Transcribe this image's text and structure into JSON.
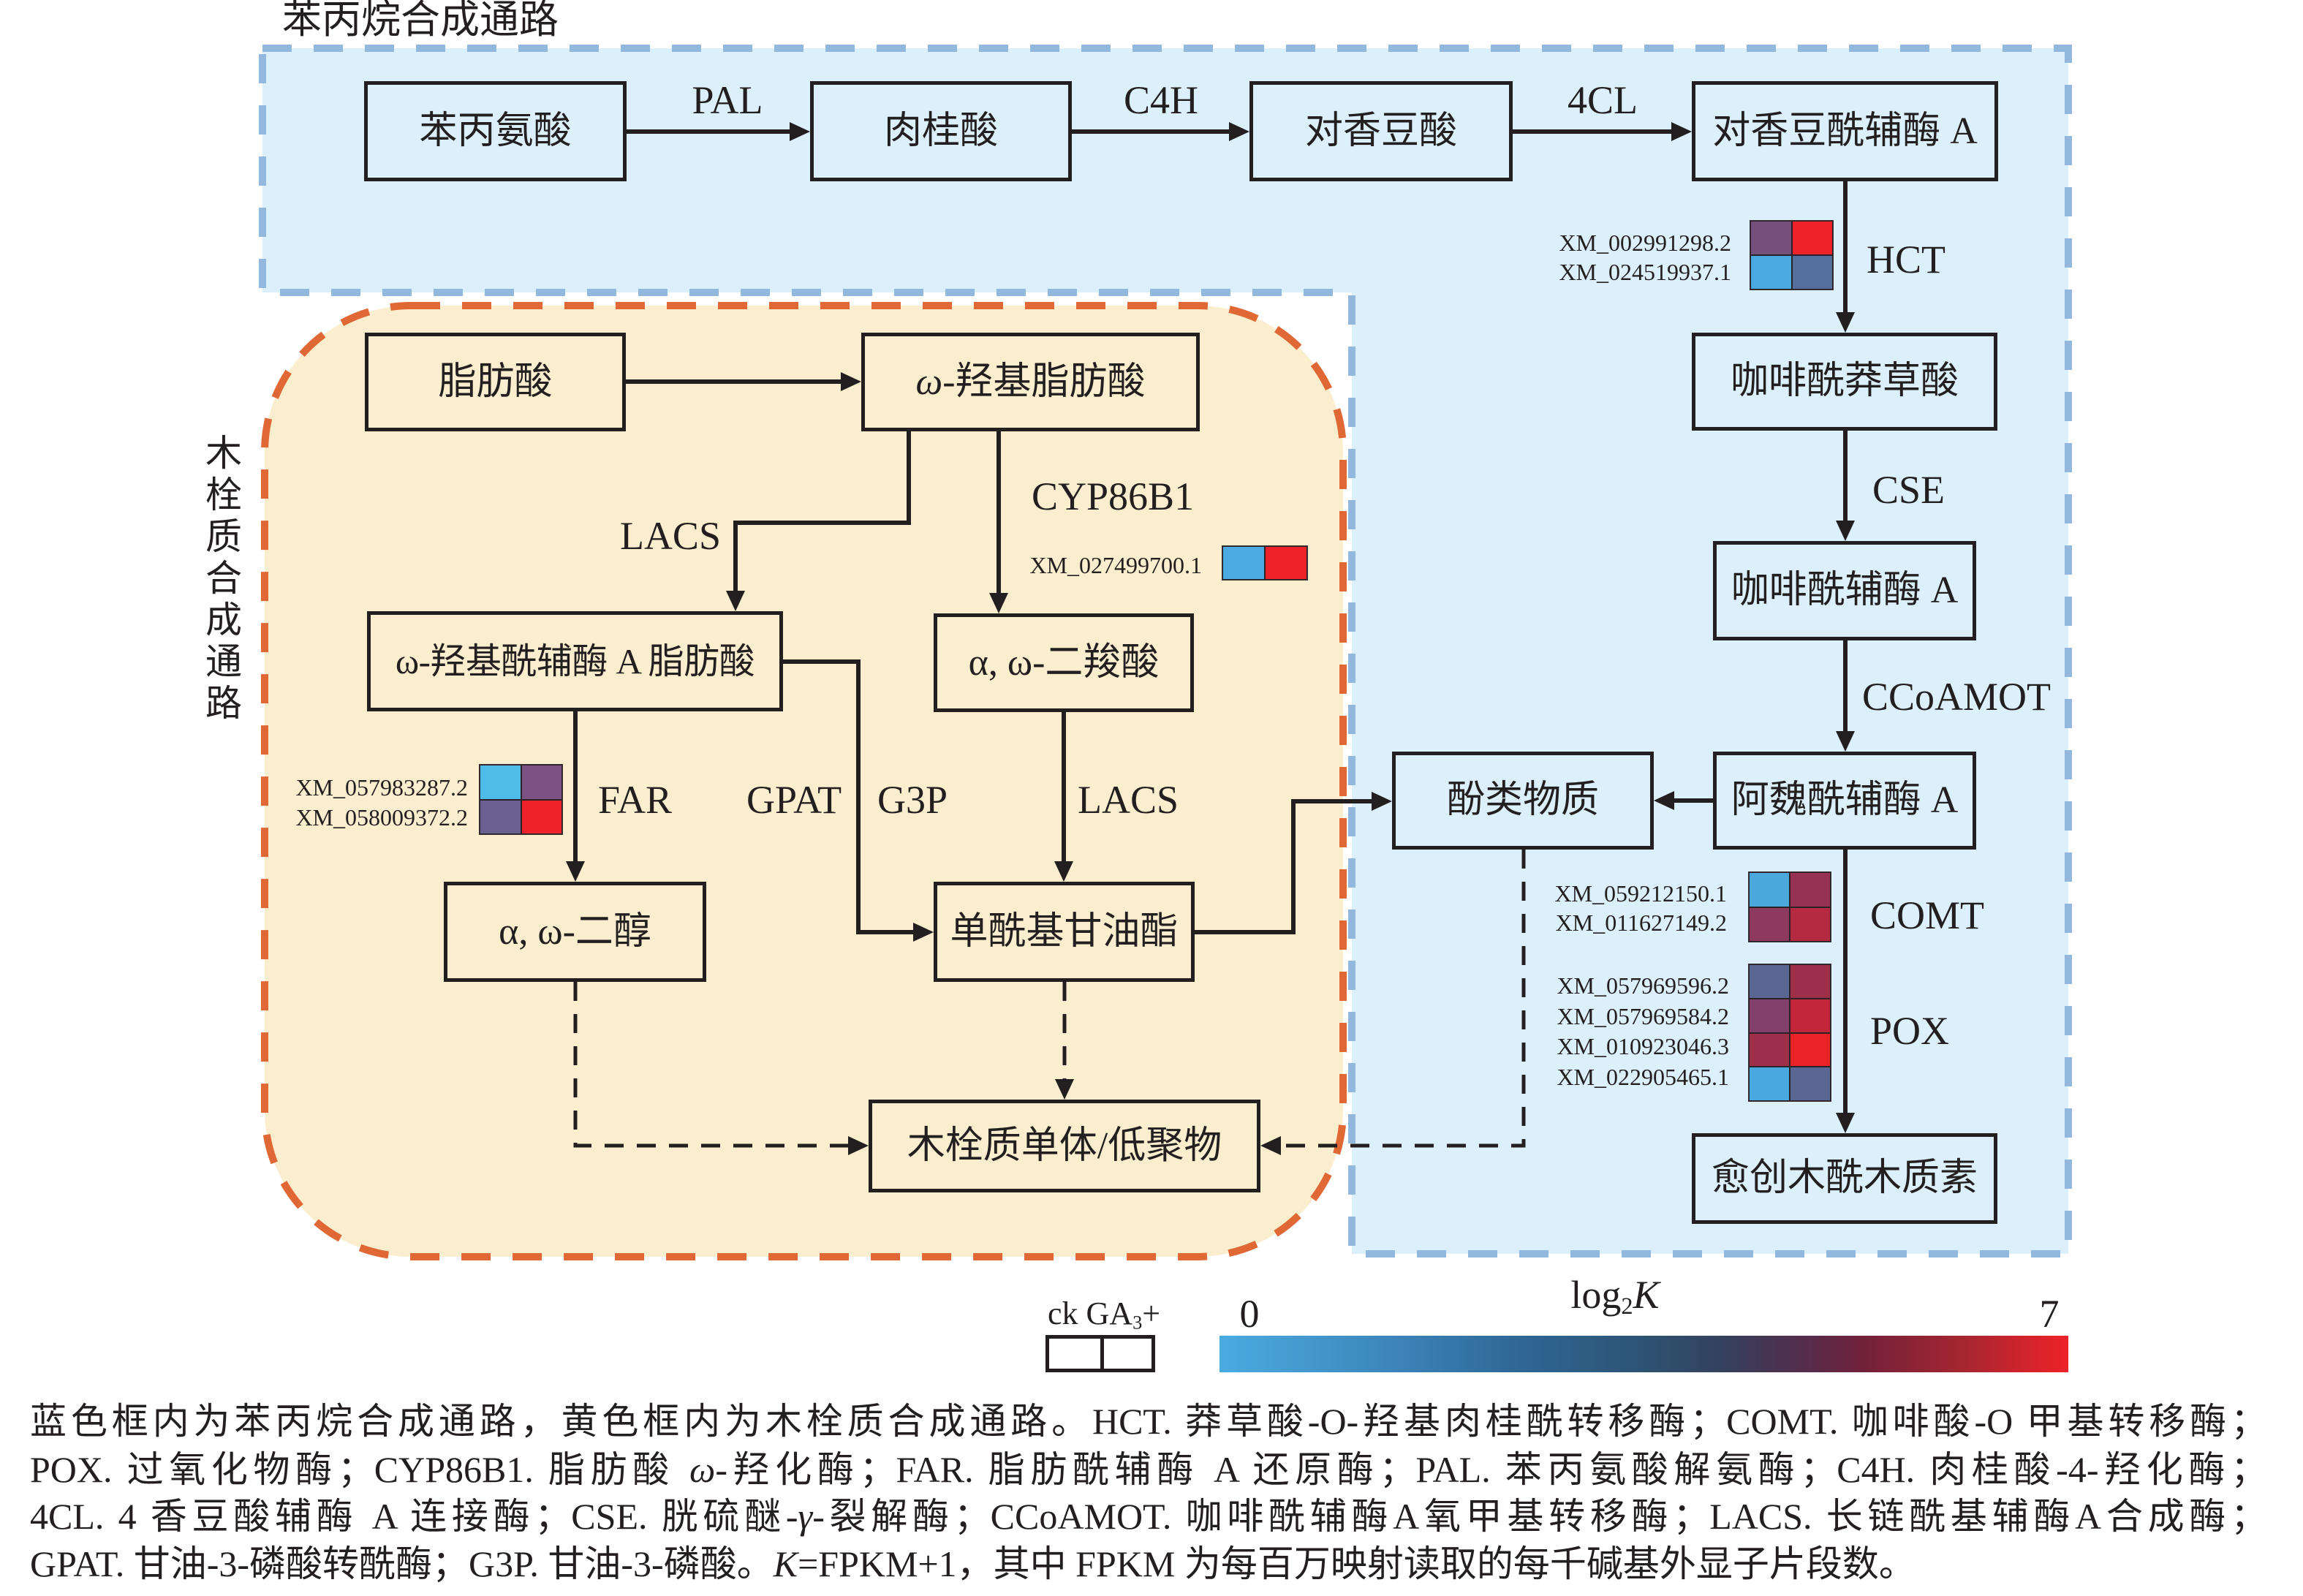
{
  "phenylpropanoid_title": "苯丙烷合成通路",
  "suberin_title": "木栓质合成通路",
  "region_colors": {
    "phenylpropanoid_fill": "#dcf0fb",
    "phenylpropanoid_border": "#93b8dd",
    "suberin_fill": "#fbeecf",
    "suberin_border": "#e06835"
  },
  "nodes": {
    "phenylalanine": "苯丙氨酸",
    "cinnamic_acid": "肉桂酸",
    "p_coumaric_acid": "对香豆酸",
    "p_coumaroyl_coa": "对香豆酰辅酶 A",
    "caffeoyl_shikimic_acid": "咖啡酰莽草酸",
    "caffeoyl_coa": "咖啡酰辅酶 A",
    "feruloyl_coa": "阿魏酰辅酶 A",
    "phenolics": "酚类物质",
    "guaiacyl_lignin": "愈创木酰木质素",
    "fatty_acid": "脂肪酸",
    "omega_hydroxy_fatty_acid": {
      "italic": "ω",
      "rest": "-羟基脂肪酸"
    },
    "omega_hydroxy_acyl_coa_fatty_acid": "ω-羟基酰辅酶 A 脂肪酸",
    "alpha_omega_dicarboxylic_acid": "α, ω-二羧酸",
    "alpha_omega_diol": "α, ω-二醇",
    "monoacylglycerol": "单酰基甘油酯",
    "suberin_monomer_oligomer": "木栓质单体/低聚物"
  },
  "enzymes": {
    "pal": "PAL",
    "c4h": "C4H",
    "4cl": "4CL",
    "hct": "HCT",
    "cse": "CSE",
    "ccoamot": "CCoAMOT",
    "comt": "COMT",
    "pox": "POX",
    "lacs_upper": "LACS",
    "cyp86b1": "CYP86B1",
    "far": "FAR",
    "gpat": "GPAT",
    "g3p": "G3P",
    "lacs_lower": "LACS"
  },
  "heatmaps": {
    "hct": {
      "enzyme": "HCT",
      "genes": [
        {
          "id": "XM_002991298.2",
          "ck": {
            "color": "#74507a",
            "log2K_est": 4.5
          },
          "ga3": {
            "color": "#ee2229",
            "log2K_est": 7.0
          }
        },
        {
          "id": "XM_024519937.1",
          "ck": {
            "color": "#4aa9e0",
            "log2K_est": 0.5
          },
          "ga3": {
            "color": "#546e9e",
            "log2K_est": 3.0
          }
        }
      ]
    },
    "cyp86b1": {
      "enzyme": "CYP86B1",
      "genes": [
        {
          "id": "XM_027499700.1",
          "ck": {
            "color": "#4cabe2",
            "log2K_est": 0.5
          },
          "ga3": {
            "color": "#ed2229",
            "log2K_est": 7.0
          }
        }
      ]
    },
    "far": {
      "enzyme": "FAR",
      "genes": [
        {
          "id": "XM_057983287.2",
          "ck": {
            "color": "#4fbbe8",
            "log2K_est": 0.0
          },
          "ga3": {
            "color": "#7b5282",
            "log2K_est": 4.5
          }
        },
        {
          "id": "XM_058009372.2",
          "ck": {
            "color": "#6a6192",
            "log2K_est": 3.5
          },
          "ga3": {
            "color": "#ee2229",
            "log2K_est": 7.0
          }
        }
      ]
    },
    "comt": {
      "enzyme": "COMT",
      "genes": [
        {
          "id": "XM_059212150.1",
          "ck": {
            "color": "#4aa8dd",
            "log2K_est": 0.5
          },
          "ga3": {
            "color": "#963355",
            "log2K_est": 5.5
          }
        },
        {
          "id": "XM_011627149.2",
          "ck": {
            "color": "#8e3a5e",
            "log2K_est": 5.3
          },
          "ga3": {
            "color": "#b42a40",
            "log2K_est": 6.2
          }
        }
      ]
    },
    "pox": {
      "enzyme": "POX",
      "genes": [
        {
          "id": "XM_057969596.2",
          "ck": {
            "color": "#5b6591",
            "log2K_est": 3.2
          },
          "ga3": {
            "color": "#9e2f4b",
            "log2K_est": 5.8
          }
        },
        {
          "id": "XM_057969584.2",
          "ck": {
            "color": "#82406a",
            "log2K_est": 5.0
          },
          "ga3": {
            "color": "#c2263a",
            "log2K_est": 6.4
          }
        },
        {
          "id": "XM_010923046.3",
          "ck": {
            "color": "#9e2f4b",
            "log2K_est": 5.8
          },
          "ga3": {
            "color": "#ec2229",
            "log2K_est": 7.0
          }
        },
        {
          "id": "XM_022905465.1",
          "ck": {
            "color": "#4aa8e0",
            "log2K_est": 0.5
          },
          "ga3": {
            "color": "#5b6591",
            "log2K_est": 3.2
          }
        }
      ]
    }
  },
  "legend": {
    "ck": "ck",
    "ga": "GA",
    "ga_sub": "3",
    "ga_suffix": "+",
    "scale_prefix": "log",
    "scale_sub": "2",
    "scale_var": "K",
    "min_label": "0",
    "max_label": "7",
    "min": 0,
    "max": 7,
    "colormap": [
      {
        "value": 0.0,
        "color": "#4aabe0"
      },
      {
        "value": 1.4,
        "color": "#3d86bb"
      },
      {
        "value": 2.45,
        "color": "#2f6796"
      },
      {
        "value": 3.36,
        "color": "#2d5678"
      },
      {
        "value": 4.13,
        "color": "#33425e"
      },
      {
        "value": 4.69,
        "color": "#4e3050"
      },
      {
        "value": 5.32,
        "color": "#72213a"
      },
      {
        "value": 6.16,
        "color": "#a82630"
      },
      {
        "value": 7.0,
        "color": "#ee2229"
      }
    ]
  },
  "caption": {
    "line1": "蓝色框内为苯丙烷合成通路，黄色框内为木栓质合成通路。HCT. 莽草酸-O-羟基肉桂酰转移酶；COMT. 咖啡酸-O 甲基转移酶；",
    "line2": [
      "POX. 过氧化物酶；CYP86B1. 脂肪酸 ",
      "ω",
      "-羟化酶；FAR. 脂肪酰辅酶 A 还原酶；PAL. 苯丙氨酸解氨酶；C4H. 肉桂酸-4-羟化酶；"
    ],
    "line3": [
      "4CL. 4 香豆酸辅酶 A 连接酶；CSE. 胱硫醚-",
      "γ",
      "-裂解酶；CCoAMOT. 咖啡酰辅酶A氧甲基转移酶；LACS. 长链酰基辅酶A合成酶；"
    ],
    "line4": [
      "GPAT. 甘油-3-磷酸转酰酶；G3P. 甘油-3-磷酸。",
      "K",
      "=FPKM+1，其中 FPKM 为每百万映射读取的每千碱基外显子片段数。"
    ]
  }
}
